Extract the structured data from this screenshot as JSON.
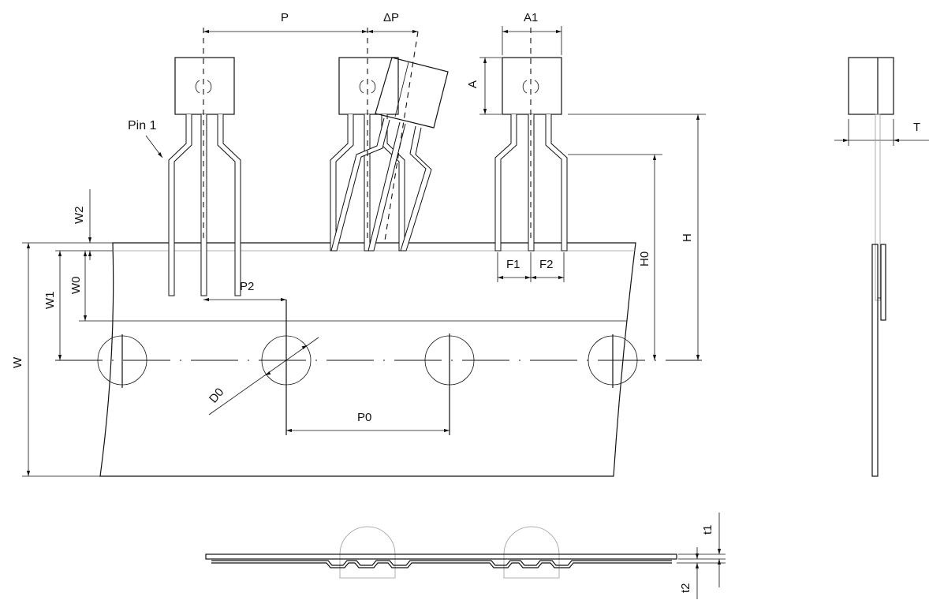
{
  "labels": {
    "P": "P",
    "dP": "ΔP",
    "A1": "A1",
    "A": "A",
    "pin1": "Pin 1",
    "H": "H",
    "H0": "H0",
    "F1": "F1",
    "F2": "F2",
    "W": "W",
    "W0": "W0",
    "W1": "W1",
    "W2": "W2",
    "P2": "P2",
    "P0": "P0",
    "D0": "D0",
    "T": "T",
    "t1": "t1",
    "t2": "t2"
  }
}
